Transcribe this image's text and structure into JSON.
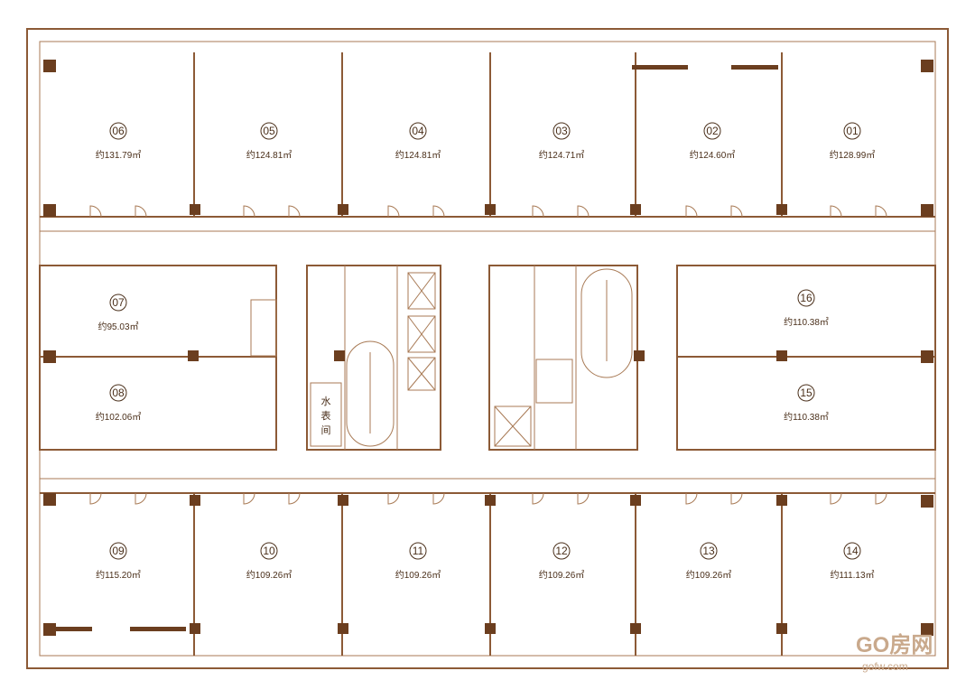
{
  "units": [
    {
      "id": "06",
      "area": "约131.79㎡"
    },
    {
      "id": "05",
      "area": "约124.81㎡"
    },
    {
      "id": "04",
      "area": "约124.81㎡"
    },
    {
      "id": "03",
      "area": "约124.71㎡"
    },
    {
      "id": "02",
      "area": "约124.60㎡"
    },
    {
      "id": "01",
      "area": "约128.99㎡"
    },
    {
      "id": "07",
      "area": "约95.03㎡"
    },
    {
      "id": "08",
      "area": "约102.06㎡"
    },
    {
      "id": "16",
      "area": "约110.38㎡"
    },
    {
      "id": "15",
      "area": "约110.38㎡"
    },
    {
      "id": "09",
      "area": "约115.20㎡"
    },
    {
      "id": "10",
      "area": "约109.26㎡"
    },
    {
      "id": "11",
      "area": "约109.26㎡"
    },
    {
      "id": "12",
      "area": "约109.26㎡"
    },
    {
      "id": "13",
      "area": "约109.26㎡"
    },
    {
      "id": "14",
      "area": "约111.13㎡"
    }
  ],
  "water_meter_room": {
    "chars": [
      "水",
      "表",
      "间"
    ]
  },
  "watermark": {
    "logo": "GO房网",
    "url": "gofw.com"
  },
  "colors": {
    "line": "#8c5a36",
    "column": "#6b3e1f",
    "text": "#4a2f1a"
  }
}
